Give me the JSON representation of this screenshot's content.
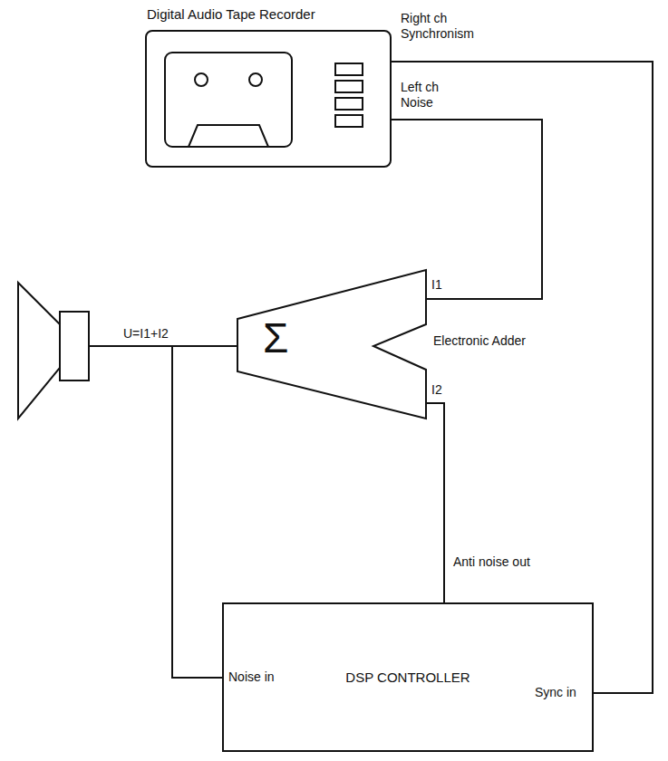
{
  "diagram": {
    "nodes": [
      {
        "text": [
          "Digital Audio Tape Recorder"
        ]
      },
      {
        "text": [
          "Σ",
          "Electronic Adder"
        ]
      },
      {
        "text": [
          "DSP CONTROLLER"
        ]
      }
    ],
    "edges": [
      {
        "from": 0,
        "to": 1,
        "arrow": "none"
      },
      {
        "from": 0,
        "to": 2,
        "arrow": "none"
      },
      {
        "from": 1,
        "to": 2,
        "arrow": "none"
      },
      {
        "from": 2,
        "to": 1,
        "arrow": "none"
      }
    ],
    "labels": [
      "Right ch Synchronism",
      "Left ch Noise",
      "I1",
      "I2",
      "U=I1+I2",
      "Anti noise out",
      "Noise in",
      "Sync in"
    ]
  }
}
